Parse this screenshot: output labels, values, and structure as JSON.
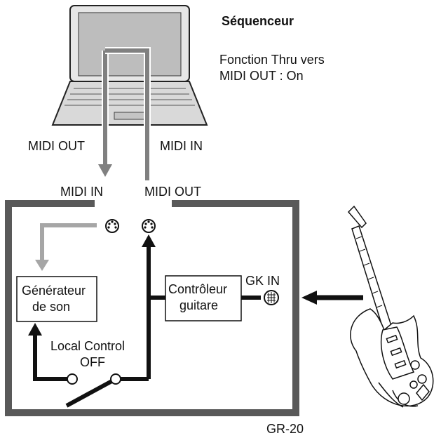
{
  "sequencer": {
    "title": "Séquenceur",
    "note_line1": "Fonction Thru vers",
    "note_line2": "MIDI OUT : On"
  },
  "cables": {
    "computer_out": "MIDI OUT",
    "computer_in": "MIDI IN"
  },
  "device_ports": {
    "midi_in": "MIDI IN",
    "midi_out": "MIDI OUT"
  },
  "sound_generator": {
    "line1": "Générateur",
    "line2": "de son"
  },
  "guitar_controller": {
    "line1": "Contrôleur",
    "line2": "guitare"
  },
  "gk_in": "GK IN",
  "local_control": {
    "line1": "Local Control",
    "line2": "OFF"
  },
  "device_name": "GR-20",
  "colors": {
    "frame": "#595959",
    "cable": "#808080",
    "signal": "#111111",
    "midi_in_path": "#a6a6a6"
  }
}
